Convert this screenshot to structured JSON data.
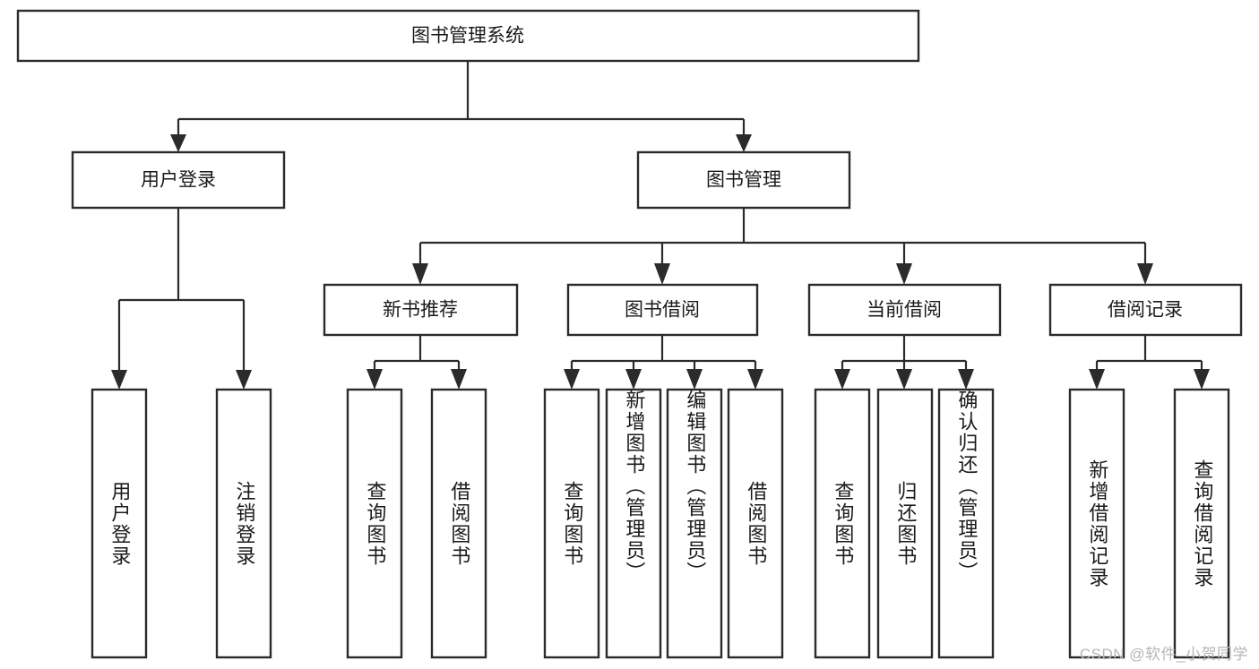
{
  "diagram": {
    "title": "图书管理系统",
    "type": "hierarchy-tree",
    "watermark": "CSDN @软件_小贺同学",
    "colors": {
      "stroke": "#2b2b2b",
      "fill": "#ffffff",
      "text": "#1a1a1a",
      "watermark": "#b6b6b6"
    },
    "root": {
      "label": "图书管理系统",
      "orientation": "horizontal"
    },
    "level2": [
      {
        "label": "用户登录",
        "orientation": "horizontal"
      },
      {
        "label": "图书管理",
        "orientation": "horizontal"
      }
    ],
    "level3": [
      {
        "label": "新书推荐",
        "orientation": "horizontal",
        "parent": "图书管理"
      },
      {
        "label": "图书借阅",
        "orientation": "horizontal",
        "parent": "图书管理"
      },
      {
        "label": "当前借阅",
        "orientation": "horizontal",
        "parent": "图书管理"
      },
      {
        "label": "借阅记录",
        "orientation": "horizontal",
        "parent": "图书管理"
      }
    ],
    "leaves": [
      {
        "label": "用户登录",
        "parent": "用户登录",
        "orientation": "vertical"
      },
      {
        "label": "注销登录",
        "parent": "用户登录",
        "orientation": "vertical"
      },
      {
        "label": "查询图书",
        "parent": "新书推荐",
        "orientation": "vertical"
      },
      {
        "label": "借阅图书",
        "parent": "新书推荐",
        "orientation": "vertical"
      },
      {
        "label": "查询图书",
        "parent": "图书借阅",
        "orientation": "vertical"
      },
      {
        "label": "新增图书（管理员）",
        "parent": "图书借阅",
        "orientation": "vertical"
      },
      {
        "label": "编辑图书（管理员）",
        "parent": "图书借阅",
        "orientation": "vertical"
      },
      {
        "label": "借阅图书",
        "parent": "图书借阅",
        "orientation": "vertical"
      },
      {
        "label": "查询图书",
        "parent": "当前借阅",
        "orientation": "vertical"
      },
      {
        "label": "归还图书",
        "parent": "当前借阅",
        "orientation": "vertical"
      },
      {
        "label": "确认归还（管理员）",
        "parent": "当前借阅",
        "orientation": "vertical"
      },
      {
        "label": "新增借阅记录",
        "parent": "借阅记录",
        "orientation": "vertical"
      },
      {
        "label": "查询借阅记录",
        "parent": "借阅记录",
        "orientation": "vertical"
      }
    ]
  }
}
